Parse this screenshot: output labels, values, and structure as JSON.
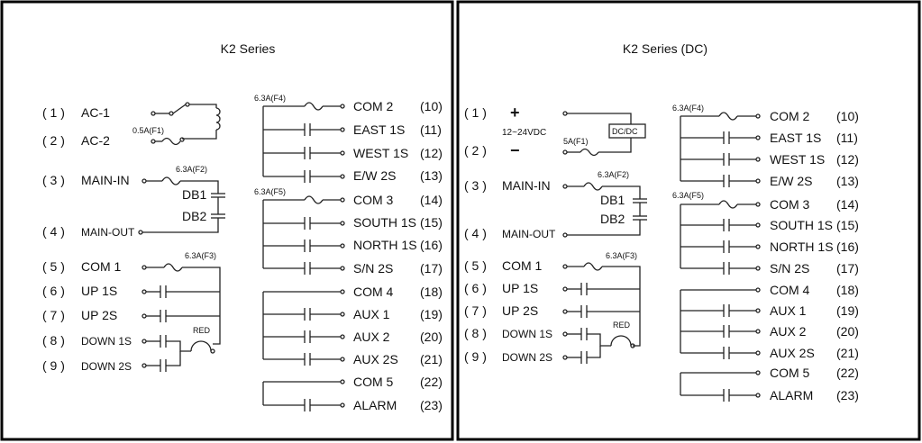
{
  "panels": [
    {
      "title": "K2 Series",
      "left_terminals": [
        {
          "num": "( 1 )",
          "label": "AC-1"
        },
        {
          "num": "( 2 )",
          "label": "AC-2"
        },
        {
          "num": "( 3 )",
          "label": "MAIN-IN"
        },
        {
          "num": "( 4 )",
          "label": "MAIN-OUT"
        },
        {
          "num": "( 5 )",
          "label": "COM 1"
        },
        {
          "num": "( 6 )",
          "label": "UP 1S"
        },
        {
          "num": "( 7 )",
          "label": "UP 2S"
        },
        {
          "num": "( 8 )",
          "label": "DOWN 1S"
        },
        {
          "num": "( 9 )",
          "label": "DOWN 2S"
        }
      ],
      "right_terminals": [
        {
          "num": "(10)",
          "label": "COM 2"
        },
        {
          "num": "(11)",
          "label": "EAST 1S"
        },
        {
          "num": "(12)",
          "label": "WEST 1S"
        },
        {
          "num": "(13)",
          "label": "E/W 2S"
        },
        {
          "num": "(14)",
          "label": "COM 3"
        },
        {
          "num": "(15)",
          "label": "SOUTH 1S"
        },
        {
          "num": "(16)",
          "label": "NORTH 1S"
        },
        {
          "num": "(17)",
          "label": "S/N 2S"
        },
        {
          "num": "(18)",
          "label": "COM 4"
        },
        {
          "num": "(19)",
          "label": "AUX 1"
        },
        {
          "num": "(20)",
          "label": "AUX 2"
        },
        {
          "num": "(21)",
          "label": "AUX 2S"
        },
        {
          "num": "(22)",
          "label": "COM 5"
        },
        {
          "num": "(23)",
          "label": "ALARM"
        }
      ],
      "fuses": {
        "f1": "0.5A(F1)",
        "f2": "6.3A(F2)",
        "f3": "6.3A(F3)",
        "f4": "6.3A(F4)",
        "f5": "6.3A(F5)"
      },
      "db1": "DB1",
      "db2": "DB2",
      "red": "RED"
    },
    {
      "title": "K2 Series (DC)",
      "left_terminals": [
        {
          "num": "( 1 )",
          "label": "+"
        },
        {
          "num": "( 2 )",
          "label": "−"
        },
        {
          "num": "( 3 )",
          "label": "MAIN-IN"
        },
        {
          "num": "( 4 )",
          "label": "MAIN-OUT"
        },
        {
          "num": "( 5 )",
          "label": "COM 1"
        },
        {
          "num": "( 6 )",
          "label": "UP 1S"
        },
        {
          "num": "( 7 )",
          "label": "UP 2S"
        },
        {
          "num": "( 8 )",
          "label": "DOWN 1S"
        },
        {
          "num": "( 9 )",
          "label": "DOWN 2S"
        }
      ],
      "right_terminals": [
        {
          "num": "(10)",
          "label": "COM 2"
        },
        {
          "num": "(11)",
          "label": "EAST 1S"
        },
        {
          "num": "(12)",
          "label": "WEST 1S"
        },
        {
          "num": "(13)",
          "label": "E/W 2S"
        },
        {
          "num": "(14)",
          "label": "COM 3"
        },
        {
          "num": "(15)",
          "label": "SOUTH 1S"
        },
        {
          "num": "(16)",
          "label": "NORTH 1S"
        },
        {
          "num": "(17)",
          "label": "S/N 2S"
        },
        {
          "num": "(18)",
          "label": "COM 4"
        },
        {
          "num": "(19)",
          "label": "AUX 1"
        },
        {
          "num": "(20)",
          "label": "AUX 2"
        },
        {
          "num": "(21)",
          "label": "AUX 2S"
        },
        {
          "num": "(22)",
          "label": "COM 5"
        },
        {
          "num": "(23)",
          "label": "ALARM"
        }
      ],
      "fuses": {
        "f1": "5A(F1)",
        "f2": "6.3A(F2)",
        "f3": "6.3A(F3)",
        "f4": "6.3A(F4)",
        "f5": "6.3A(F5)"
      },
      "voltage": "12~24VDC",
      "dcdc": "DC/DC",
      "db1": "DB1",
      "db2": "DB2",
      "red": "RED"
    }
  ]
}
